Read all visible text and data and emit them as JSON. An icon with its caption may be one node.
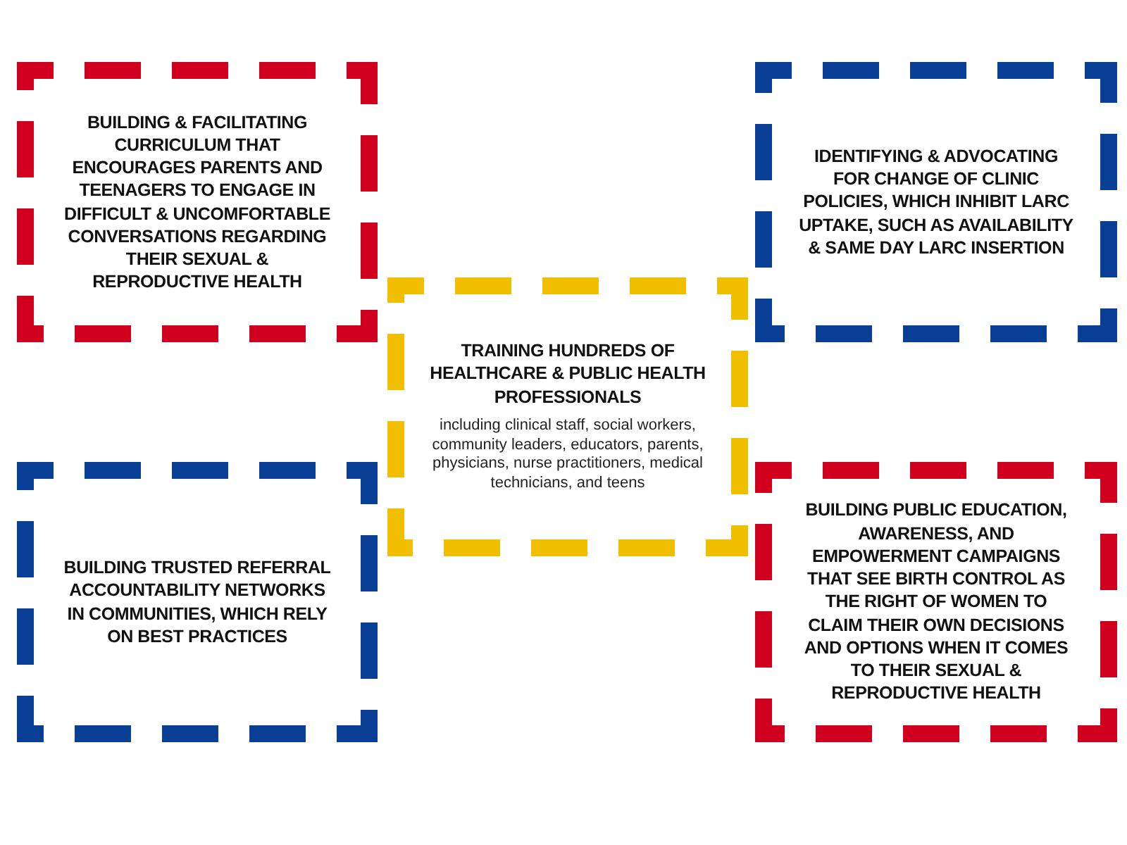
{
  "diagram": {
    "nodes": [
      {
        "text": [
          "BUILDING & FACILITATING CURRICULUM THAT ENCOURAGES PARENTS AND TEENAGERS TO ENGAGE IN DIFFICULT & UNCOMFORTABLE CONVERSATIONS REGARDING THEIR SEXUAL & REPRODUCTIVE HEALTH"
        ]
      },
      {
        "text": [
          "IDENTIFYING & ADVOCATING FOR CHANGE OF CLINIC POLICIES, WHICH INHIBIT LARC UPTAKE, SUCH AS AVAILABILITY & SAME DAY LARC INSERTION"
        ]
      },
      {
        "text": [
          "TRAINING HUNDREDS OF HEALTHCARE & PUBLIC HEALTH PROFESSIONALS",
          "including clinical staff, social workers, community leaders, educators, parents, physicians, nurse practitioners, medical technicians, and teens"
        ]
      },
      {
        "text": [
          "BUILDING TRUSTED REFERRAL ACCOUNTABILITY NETWORKS IN COMMUNITIES, WHICH RELY ON BEST PRACTICES"
        ]
      },
      {
        "text": [
          "BUILDING PUBLIC EDUCATION, AWARENESS, AND EMPOWERMENT CAMPAIGNS THAT SEE BIRTH CONTROL AS THE RIGHT OF WOMEN TO CLAIM THEIR OWN DECISIONS AND OPTIONS WHEN IT COMES TO THEIR SEXUAL & REPRODUCTIVE HEALTH"
        ]
      }
    ]
  }
}
